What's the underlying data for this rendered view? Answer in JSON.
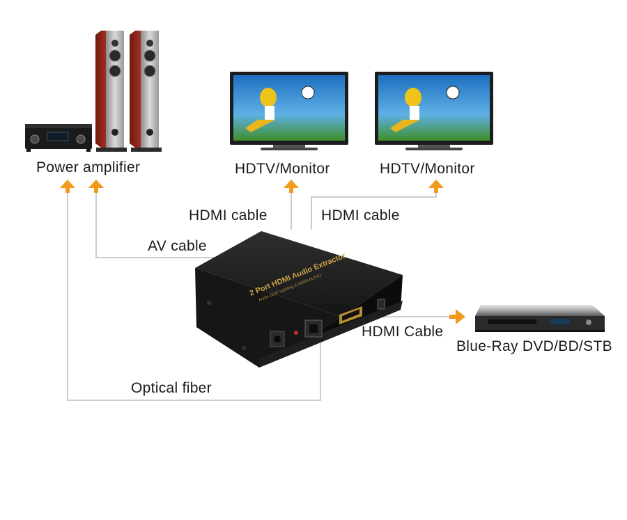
{
  "devices": {
    "power_amplifier": "Power amplifier",
    "hdtv_left": "HDTV/Monitor",
    "hdtv_right": "HDTV/Monitor",
    "bluray": "Blue-Ray DVD/BD/STB"
  },
  "cables": {
    "hdmi_left": "HDMI cable",
    "hdmi_right": "HDMI cable",
    "av": "AV cable",
    "optical": "Optical fiber",
    "hdmi_input": "HDMI Cable"
  },
  "extractor": {
    "title": "2 Port HDMI Audio Extractor",
    "subtitle": "Audio SDIF Splitting & HDMI AUDIO"
  },
  "colors": {
    "arrow": "#f29a1c",
    "connector_line": "#cccccc",
    "box": "#1c1c1c",
    "gold": "#c9a24a"
  }
}
